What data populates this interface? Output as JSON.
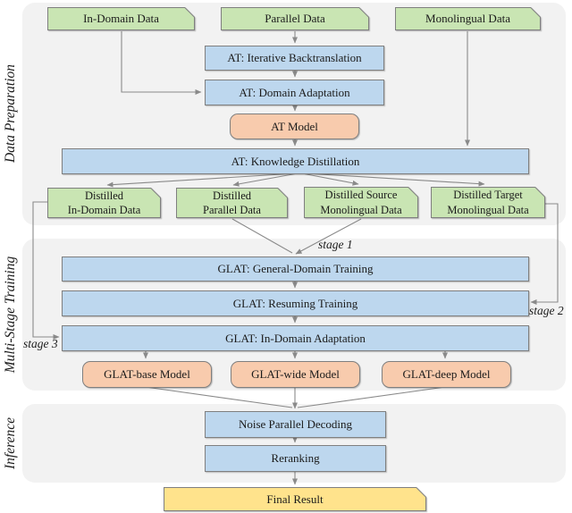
{
  "sections": [
    {
      "label": "Data Preparation"
    },
    {
      "label": "Multi-Stage Training"
    },
    {
      "label": "Inference"
    }
  ],
  "nodes": {
    "in_domain_data": "In-Domain Data",
    "parallel_data": "Parallel Data",
    "monolingual_data": "Monolingual Data",
    "at_backtranslation": "AT: Iterative Backtranslation",
    "at_domain_adaptation": "AT: Domain Adaptation",
    "at_model": "AT Model",
    "at_knowledge_distillation": "AT: Knowledge Distillation",
    "distilled_in_domain": "Distilled\nIn-Domain Data",
    "distilled_parallel": "Distilled\nParallel Data",
    "distilled_source_mono": "Distilled Source\nMonolingual Data",
    "distilled_target_mono": "Distilled Target\nMonolingual Data",
    "glat_general": "GLAT: General-Domain Training",
    "glat_resuming": "GLAT: Resuming Training",
    "glat_in_domain": "GLAT: In-Domain Adaptation",
    "glat_base": "GLAT-base Model",
    "glat_wide": "GLAT-wide Model",
    "glat_deep": "GLAT-deep Model",
    "noise_parallel_decoding": "Noise Parallel Decoding",
    "reranking": "Reranking",
    "final_result": "Final Result"
  },
  "stages": {
    "s1": "stage 1",
    "s2": "stage 2",
    "s3": "stage 3"
  },
  "colors": {
    "data_node": "#c9e5b3",
    "process_node": "#bdd7ee",
    "model_node": "#f8cbad",
    "result_node": "#ffe38c",
    "panel": "#f2f2f2",
    "connector": "#8a8a8a"
  }
}
